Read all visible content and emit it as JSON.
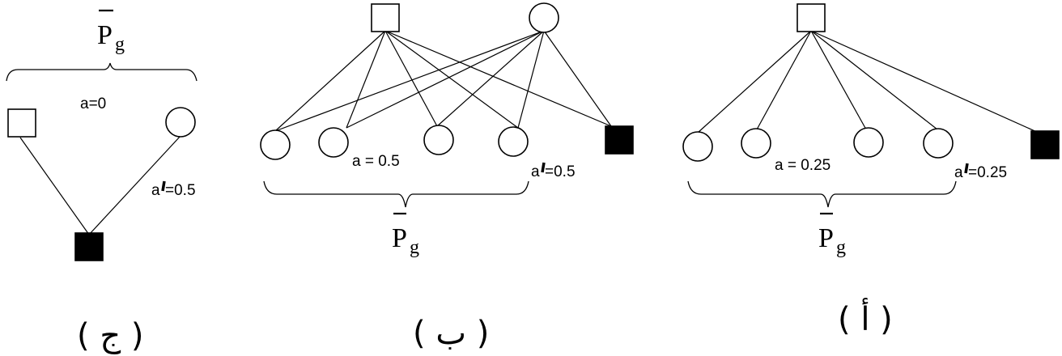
{
  "panels": [
    {
      "id": "c",
      "caption": "( ج )",
      "pg_label": "P",
      "pg_sub": "g",
      "a_label": "a=0",
      "a_prime_prefix": "a",
      "a_prime_value": "=0.5"
    },
    {
      "id": "b",
      "caption": "( ب )",
      "pg_label": "P",
      "pg_sub": "g",
      "a_label": "a = 0.5",
      "a_prime_prefix": "a",
      "a_prime_value": "=0.5"
    },
    {
      "id": "a",
      "caption": "( أ )",
      "pg_label": "P",
      "pg_sub": "g",
      "a_label": "a = 0.25",
      "a_prime_prefix": "a",
      "a_prime_value": "=0.25"
    }
  ]
}
